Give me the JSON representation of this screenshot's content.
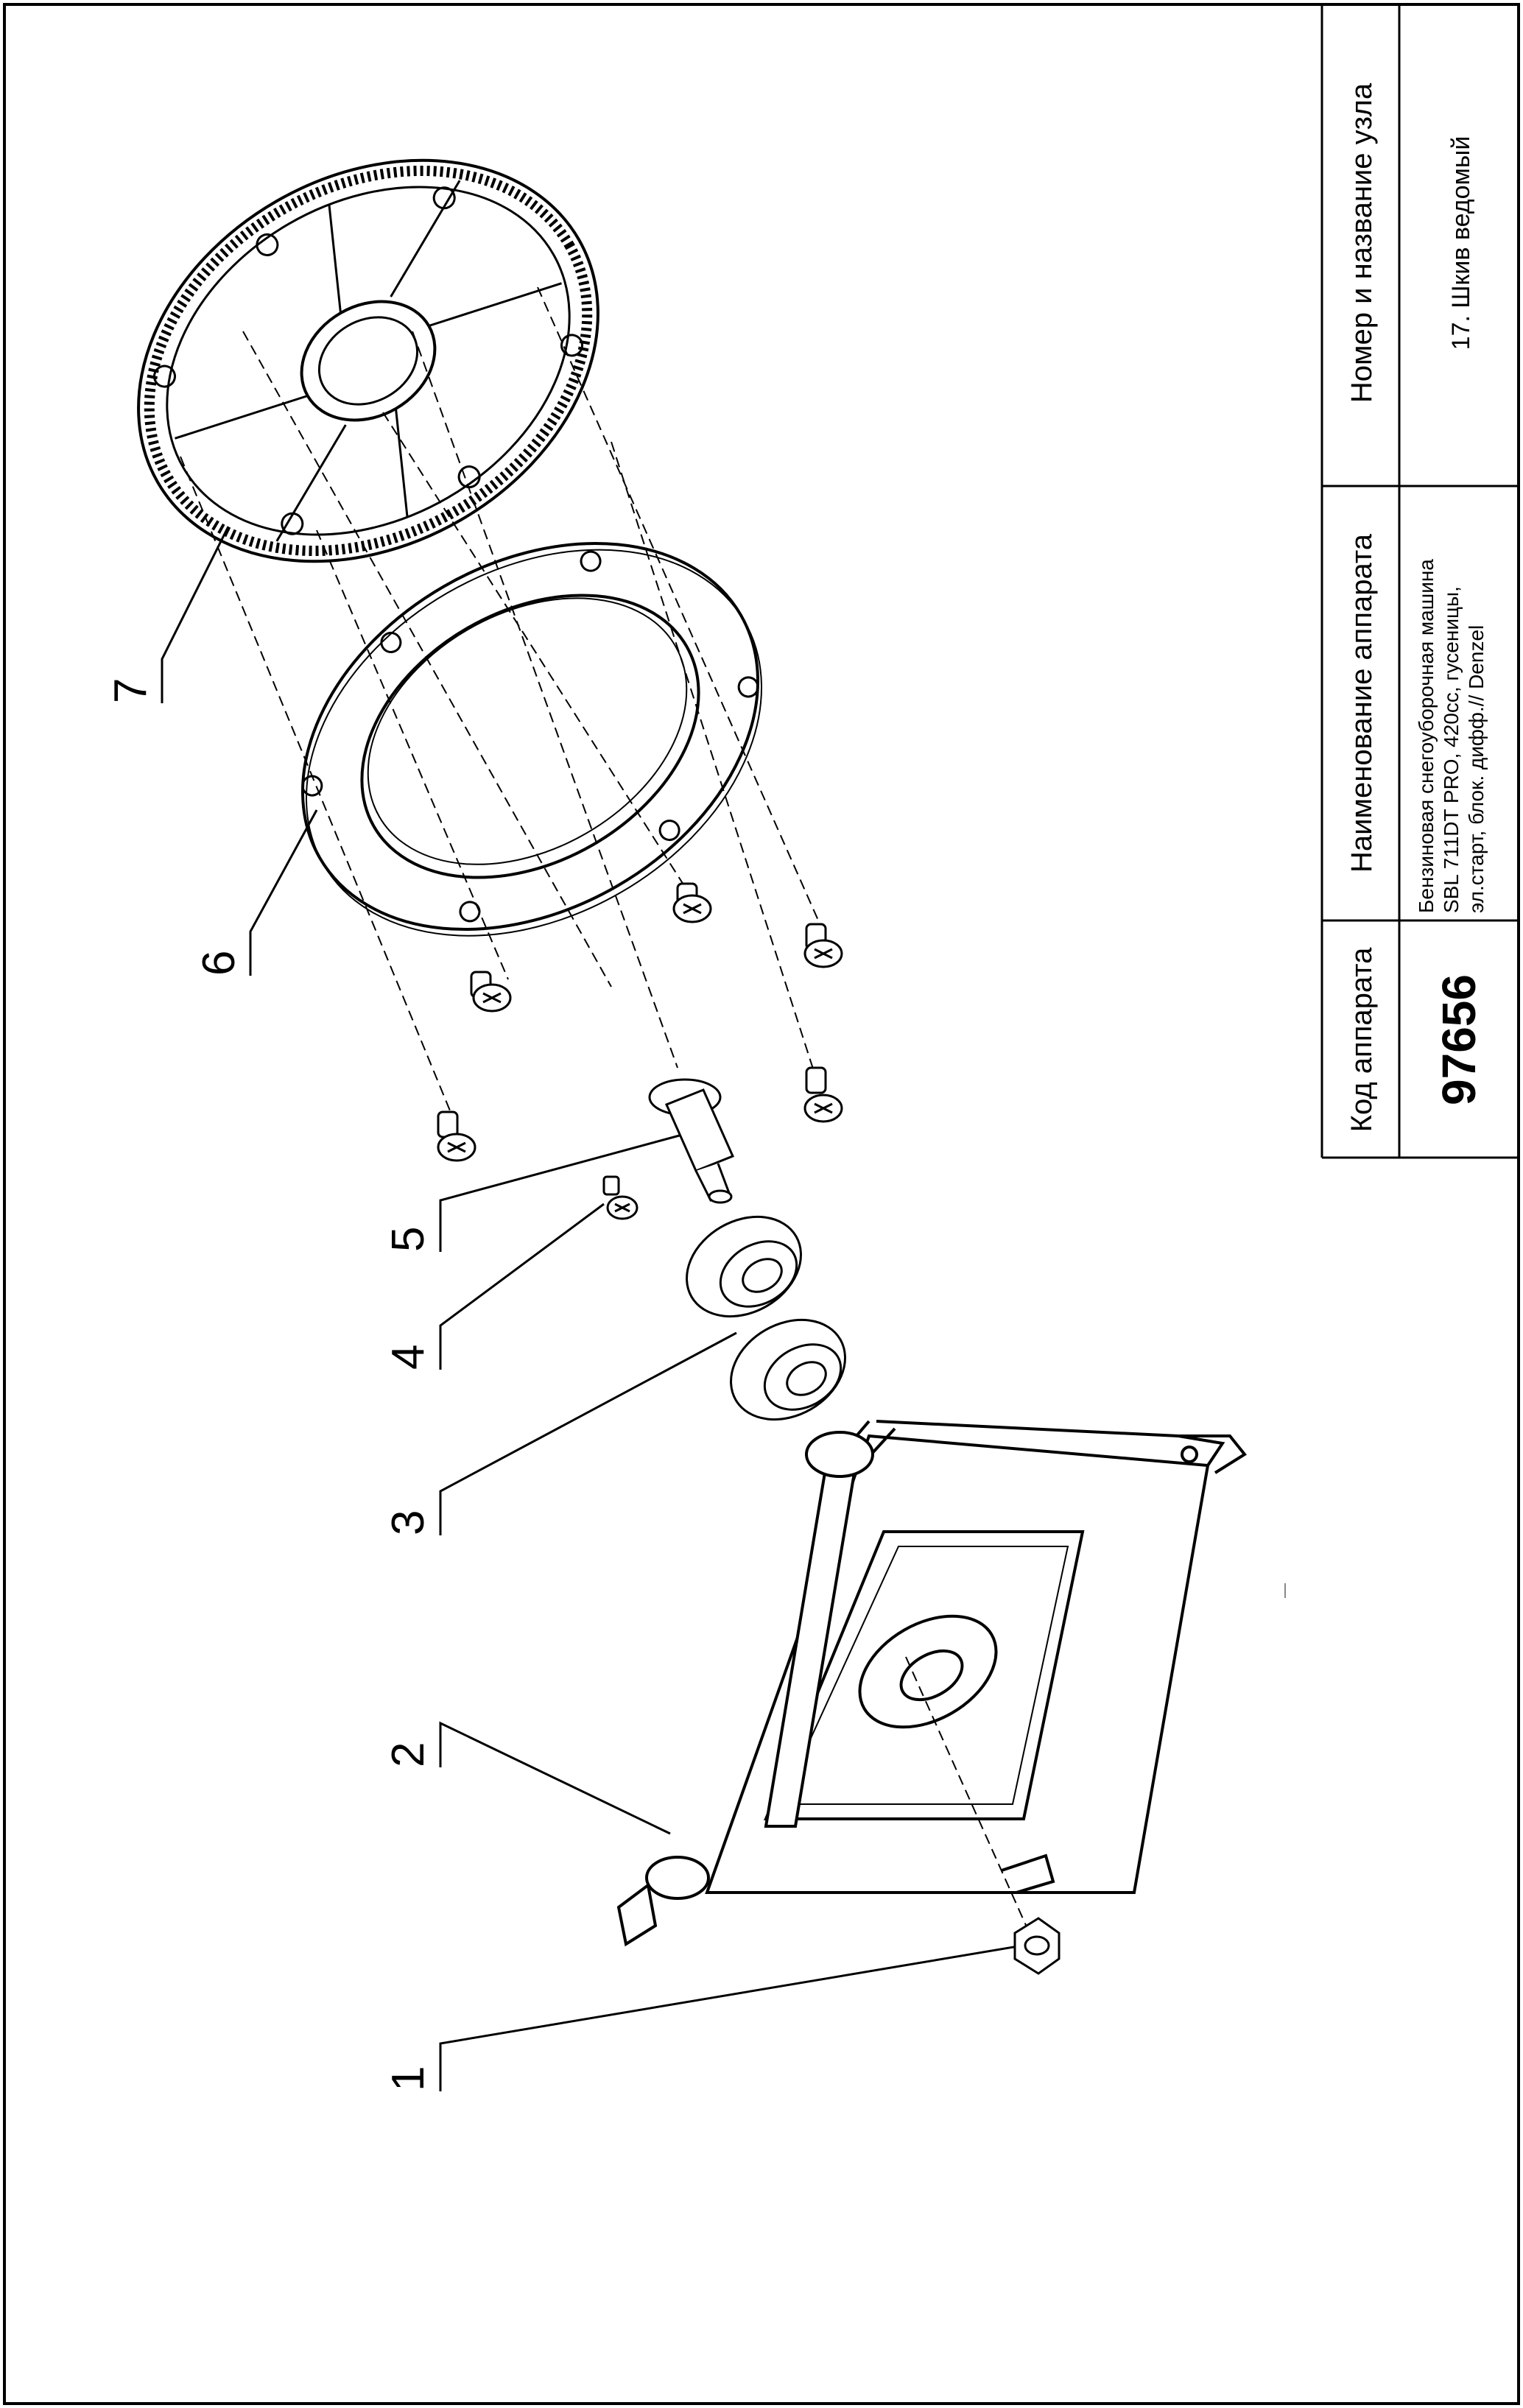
{
  "title_block": {
    "code_header": "Код аппарата",
    "code_value": "97656",
    "device_header": "Наименование аппарата",
    "device_lines": [
      "Бензиновая снегоуборочная машина",
      "SBL 711DT PRO, 420cc, гусеницы,",
      "эл.старт, блок. дифф.// Denzel"
    ],
    "node_header": "Номер и название узла",
    "node_value": "17. Шкив ведомый"
  },
  "callouts": [
    "1",
    "2",
    "3",
    "4",
    "5",
    "6",
    "7"
  ]
}
